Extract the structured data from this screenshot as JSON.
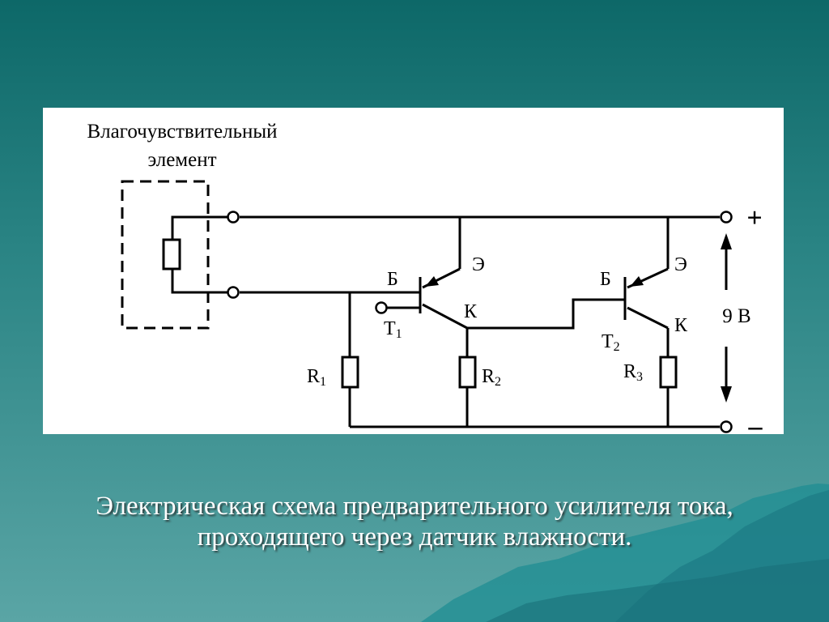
{
  "sensor_label_line1": "Влагочувствительный",
  "sensor_label_line2": "элемент",
  "plus_sign": "+",
  "minus_sign": "–",
  "voltage_label": "9 В",
  "transistor1": {
    "name": "Т",
    "sub": "1",
    "base": "Б",
    "emitter": "Э",
    "collector": "К"
  },
  "transistor2": {
    "name": "Т",
    "sub": "2",
    "base": "Б",
    "emitter": "Э",
    "collector": "К"
  },
  "resistor1": {
    "name": "R",
    "sub": "1"
  },
  "resistor2": {
    "name": "R",
    "sub": "2"
  },
  "resistor3": {
    "name": "R",
    "sub": "3"
  },
  "caption": {
    "line1": "Электрическая схема предварительного усилителя тока,",
    "line2": "проходящего через датчик влажности."
  }
}
